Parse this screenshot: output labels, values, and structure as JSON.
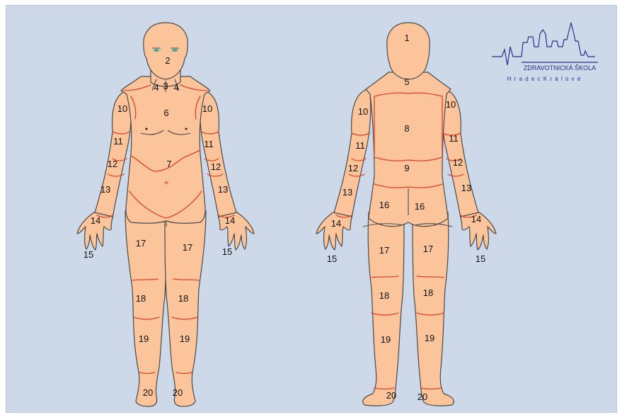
{
  "logo": {
    "name": "ZDRAVOTNICKÁ ŠKOLA",
    "city": "H r a d e c  K r á l o v é",
    "color": "#2d2d8a"
  },
  "colors": {
    "background": "#cdd9e8",
    "skin": "#fbc49a",
    "seam": "#d9452d",
    "outline": "#4a4a4a"
  },
  "front_labels": [
    "2",
    "4",
    "3",
    "4",
    "6",
    "10",
    "10",
    "11",
    "11",
    "12",
    "12",
    "7",
    "13",
    "13",
    "14",
    "14",
    "15",
    "15",
    "17",
    "17",
    "18",
    "18",
    "19",
    "19",
    "20",
    "20"
  ],
  "back_labels": [
    "1",
    "5",
    "10",
    "10",
    "8",
    "11",
    "11",
    "12",
    "12",
    "9",
    "13",
    "13",
    "16",
    "16",
    "14",
    "14",
    "15",
    "15",
    "17",
    "17",
    "18",
    "18",
    "19",
    "19",
    "20",
    "20"
  ]
}
